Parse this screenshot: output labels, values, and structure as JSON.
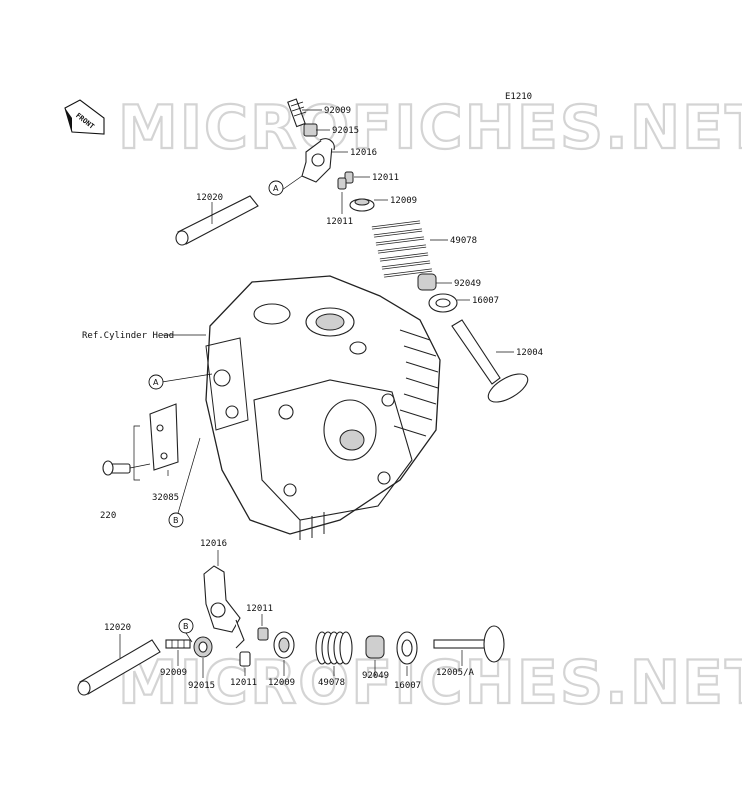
{
  "diagram_code": "E1210",
  "front_label": "FRONT",
  "watermark": "MICROFICHES.NET",
  "ref_label": "Ref.Cylinder Head",
  "callouts": {
    "a": "A",
    "b": "B"
  },
  "parts_top": {
    "p92009": "92009",
    "p92015": "92015",
    "p12016": "12016",
    "p12020": "12020",
    "p12011a": "12011",
    "p12011b": "12011",
    "p12009": "12009",
    "p49078": "49078",
    "p92049": "92049",
    "p16007": "16007",
    "p12004": "12004"
  },
  "parts_mid": {
    "p32085": "32085",
    "p220": "220"
  },
  "parts_bottom": {
    "p12016": "12016",
    "p12011a": "12011",
    "p12020": "12020",
    "p92009": "92009",
    "p92015": "92015",
    "p12011b": "12011",
    "p12009": "12009",
    "p49078": "49078",
    "p92049": "92049",
    "p16007": "16007",
    "p12005": "12005/A"
  }
}
